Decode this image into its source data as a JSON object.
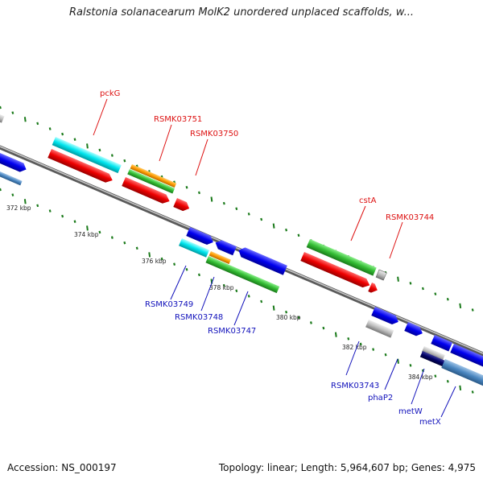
{
  "header": {
    "title": "Ralstonia solanacearum MolK2 unordered unplaced scaffolds, w..."
  },
  "footer": {
    "accession": "Accession: NS_000197",
    "summary": "Topology: linear; Length: 5,964,607 bp; Genes: 4,975"
  },
  "colors": {
    "forward_label": "#dd1111",
    "reverse_label": "#1111bb",
    "backbone": "#888888",
    "tick": "#1a7a1a"
  },
  "ticks": [
    "372 kbp",
    "374 kbp",
    "376 kbp",
    "378 kbp",
    "380 kbp",
    "382 kbp",
    "384 kbp"
  ],
  "labels": {
    "pckG": "pckG",
    "RSMK03751": "RSMK03751",
    "RSMK03750": "RSMK03750",
    "cstA": "cstA",
    "RSMK03744": "RSMK03744",
    "RSMK03749": "RSMK03749",
    "RSMK03748": "RSMK03748",
    "RSMK03747": "RSMK03747",
    "RSMK03743": "RSMK03743",
    "phaP2": "phaP2",
    "metW": "metW",
    "metX": "metX"
  }
}
